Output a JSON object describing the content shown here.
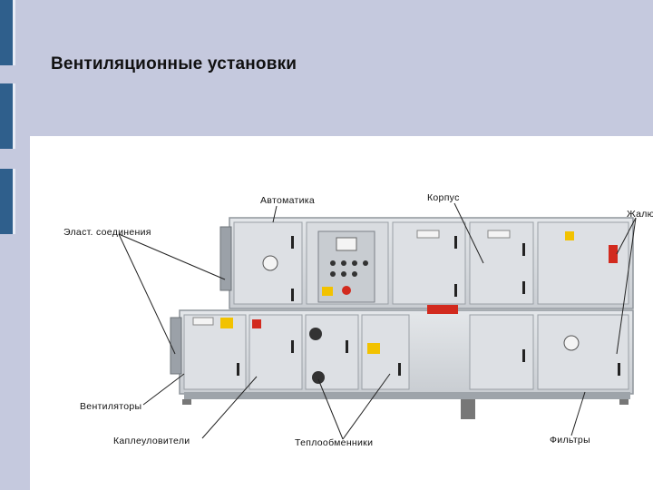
{
  "slide": {
    "title": "Вентиляционные установки"
  },
  "callouts": {
    "automation": "Автоматика",
    "casing": "Корпус",
    "dampers": "Жалю",
    "flex_connections": "Эласт. соединения",
    "fans": "Вентиляторы",
    "droplet_separators": "Каплеуловители",
    "heat_exchangers": "Теплообменники",
    "filters": "Фильтры"
  },
  "colors": {
    "background": "#c5c9de",
    "accent_bar": "#2f5f8c",
    "unit_casing": "#d4d8dd",
    "warning_label": "#f2c200",
    "damper_actuator": "#d22a1e"
  }
}
